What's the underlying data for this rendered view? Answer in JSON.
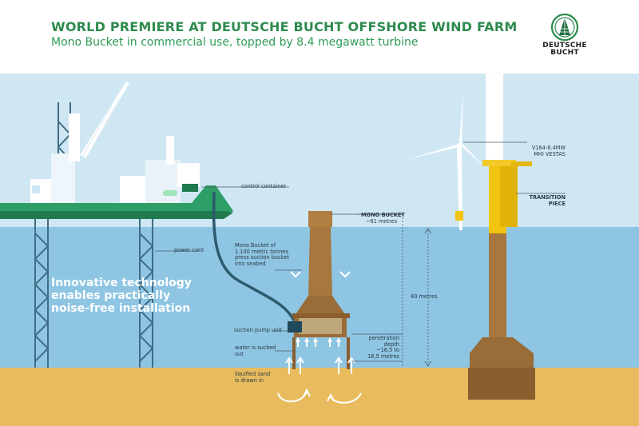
{
  "header": {
    "title": "WORLD PREMIERE AT DEUTSCHE BUCHT OFFSHORE WIND FARM",
    "subtitle": "Mono Bucket in commercial use, topped by 8.4 megawatt turbine"
  },
  "logo": {
    "line1": "DEUTSCHE",
    "line2": "BUCHT"
  },
  "slogan": {
    "line1": "Innovative technology",
    "line2": "enables practically",
    "line3": "noise-free installation"
  },
  "labels": {
    "control_container": "control container",
    "power_cord": "power cord",
    "mono_bucket_desc_1": "Mono Bucket of",
    "mono_bucket_desc_2": "1.100 metric tonnes",
    "mono_bucket_desc_3": "press suction bucket",
    "mono_bucket_desc_4": "into seabed",
    "suction_pump": "suction pump unit",
    "water_sucked_1": "water is sucked",
    "water_sucked_2": "out",
    "liquified_sand_1": "liquified sand",
    "liquified_sand_2": "is drawn in",
    "mono_bucket_title": "MONO BUCKET",
    "mono_bucket_height": "~61 metres",
    "depth": "40 metres",
    "penetration_1": "penetration",
    "penetration_2": "depth",
    "penetration_3": "~16,5 to",
    "penetration_4": "18,5 metres",
    "turbine_1": "V164-8.4MW",
    "turbine_2": "MHI VESTAS",
    "transition_1": "TRANSITION",
    "transition_2": "PIECE"
  },
  "colors": {
    "brand_green": "#2e8b4e",
    "sky": "#cfe6f3",
    "water": "#8ec5e3",
    "seabed": "#e8bb5e",
    "ship": "#2e9e67",
    "steel": "#a6773f",
    "transition_yellow": "#f1c40f"
  }
}
